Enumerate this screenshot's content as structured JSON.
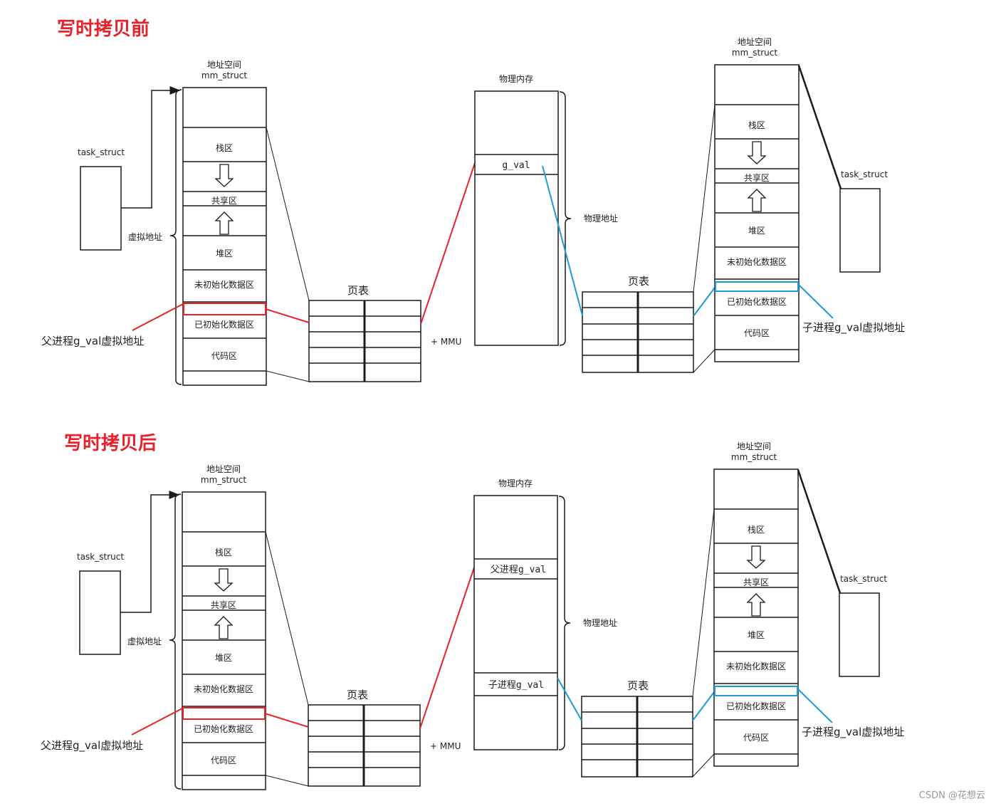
{
  "colors": {
    "red": "#e8212b",
    "blue": "#1c9bd8",
    "line": "#1a1a1a"
  },
  "icons": {
    "down_arrow": "hollow-down-arrow-icon",
    "up_arrow": "hollow-up-arrow-icon"
  },
  "before": {
    "title": "写时拷贝前",
    "parent": {
      "task_struct": "task_struct",
      "addr_space": "地址空间",
      "mm_struct": "mm_struct",
      "virt_addr": "虚拟地址",
      "segments": [
        "栈区",
        "共享区",
        "堆区",
        "未初始化数据区",
        "已初始化数据区",
        "代码区"
      ],
      "gval_label": "父进程g_val虚拟地址"
    },
    "page_table_left": "页表",
    "mmu": "+ MMU",
    "phys": {
      "title": "物理内存",
      "addr_label": "物理地址",
      "cells": [
        "g_val"
      ]
    },
    "page_table_right": "页表",
    "child": {
      "task_struct": "task_struct",
      "addr_space": "地址空间",
      "mm_struct": "mm_struct",
      "segments": [
        "栈区",
        "共享区",
        "堆区",
        "未初始化数据区",
        "已初始化数据区",
        "代码区"
      ],
      "gval_label": "子进程g_val虚拟地址"
    }
  },
  "after": {
    "title": "写时拷贝后",
    "parent": {
      "task_struct": "task_struct",
      "addr_space": "地址空间",
      "mm_struct": "mm_struct",
      "virt_addr": "虚拟地址",
      "segments": [
        "栈区",
        "共享区",
        "堆区",
        "未初始化数据区",
        "已初始化数据区",
        "代码区"
      ],
      "gval_label": "父进程g_val虚拟地址"
    },
    "page_table_left": "页表",
    "mmu": "+ MMU",
    "phys": {
      "title": "物理内存",
      "addr_label": "物理地址",
      "cells": [
        "父进程g_val",
        "子进程g_val"
      ]
    },
    "page_table_right": "页表",
    "child": {
      "task_struct": "task_struct",
      "addr_space": "地址空间",
      "mm_struct": "mm_struct",
      "segments": [
        "栈区",
        "共享区",
        "堆区",
        "未初始化数据区",
        "已初始化数据区",
        "代码区"
      ],
      "gval_label": "子进程g_val虚拟地址"
    }
  },
  "watermark": "CSDN @花想云"
}
